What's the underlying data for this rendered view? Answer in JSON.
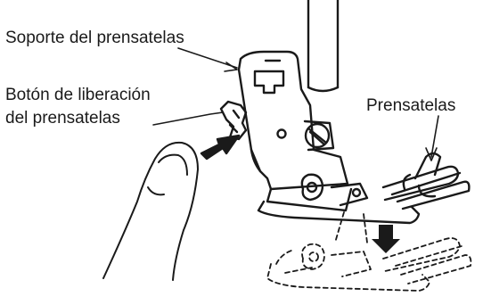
{
  "labels": {
    "holder": "Soporte del prensatelas",
    "release_line1": "Botón de liberación",
    "release_line2": "del prensatelas",
    "foot": "Prensatelas"
  },
  "colors": {
    "ink": "#1a1a1a",
    "background": "#ffffff"
  }
}
